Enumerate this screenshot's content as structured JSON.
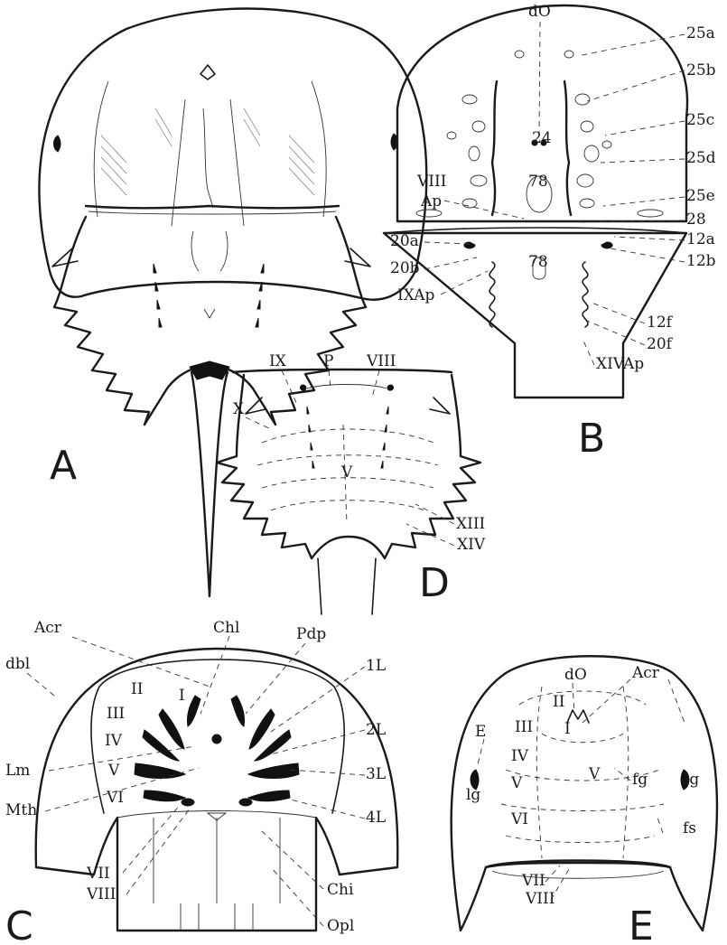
{
  "figures": {
    "A": {
      "letter": "A"
    },
    "B": {
      "letter": "B",
      "labels": [
        "dO",
        "25a",
        "25b",
        "24",
        "25c",
        "25d",
        "78",
        "VIII",
        "Ap",
        "25e",
        "28",
        "12a",
        "20a",
        "12b",
        "20b",
        "78",
        "IXAp",
        "12f",
        "20f",
        "XIVAp"
      ]
    },
    "C": {
      "letter": "C",
      "labels": [
        "Acr",
        "Chl",
        "Pdp",
        "1L",
        "dbl",
        "I",
        "II",
        "III",
        "2L",
        "IV",
        "Lm",
        "V",
        "3L",
        "Mth",
        "VI",
        "4L",
        "VII",
        "Chi",
        "VIII",
        "Opl"
      ]
    },
    "D": {
      "letter": "D",
      "labels": [
        "IX",
        "P",
        "VIII",
        "X",
        "V",
        "XIII",
        "XIV"
      ]
    },
    "E": {
      "letter": "E",
      "labels": [
        "dO",
        "Acr",
        "II",
        "E",
        "III",
        "I",
        "IV",
        "lg",
        "V",
        "V",
        "fg",
        "lg",
        "VI",
        "fs",
        "VII",
        "VIII"
      ]
    }
  }
}
